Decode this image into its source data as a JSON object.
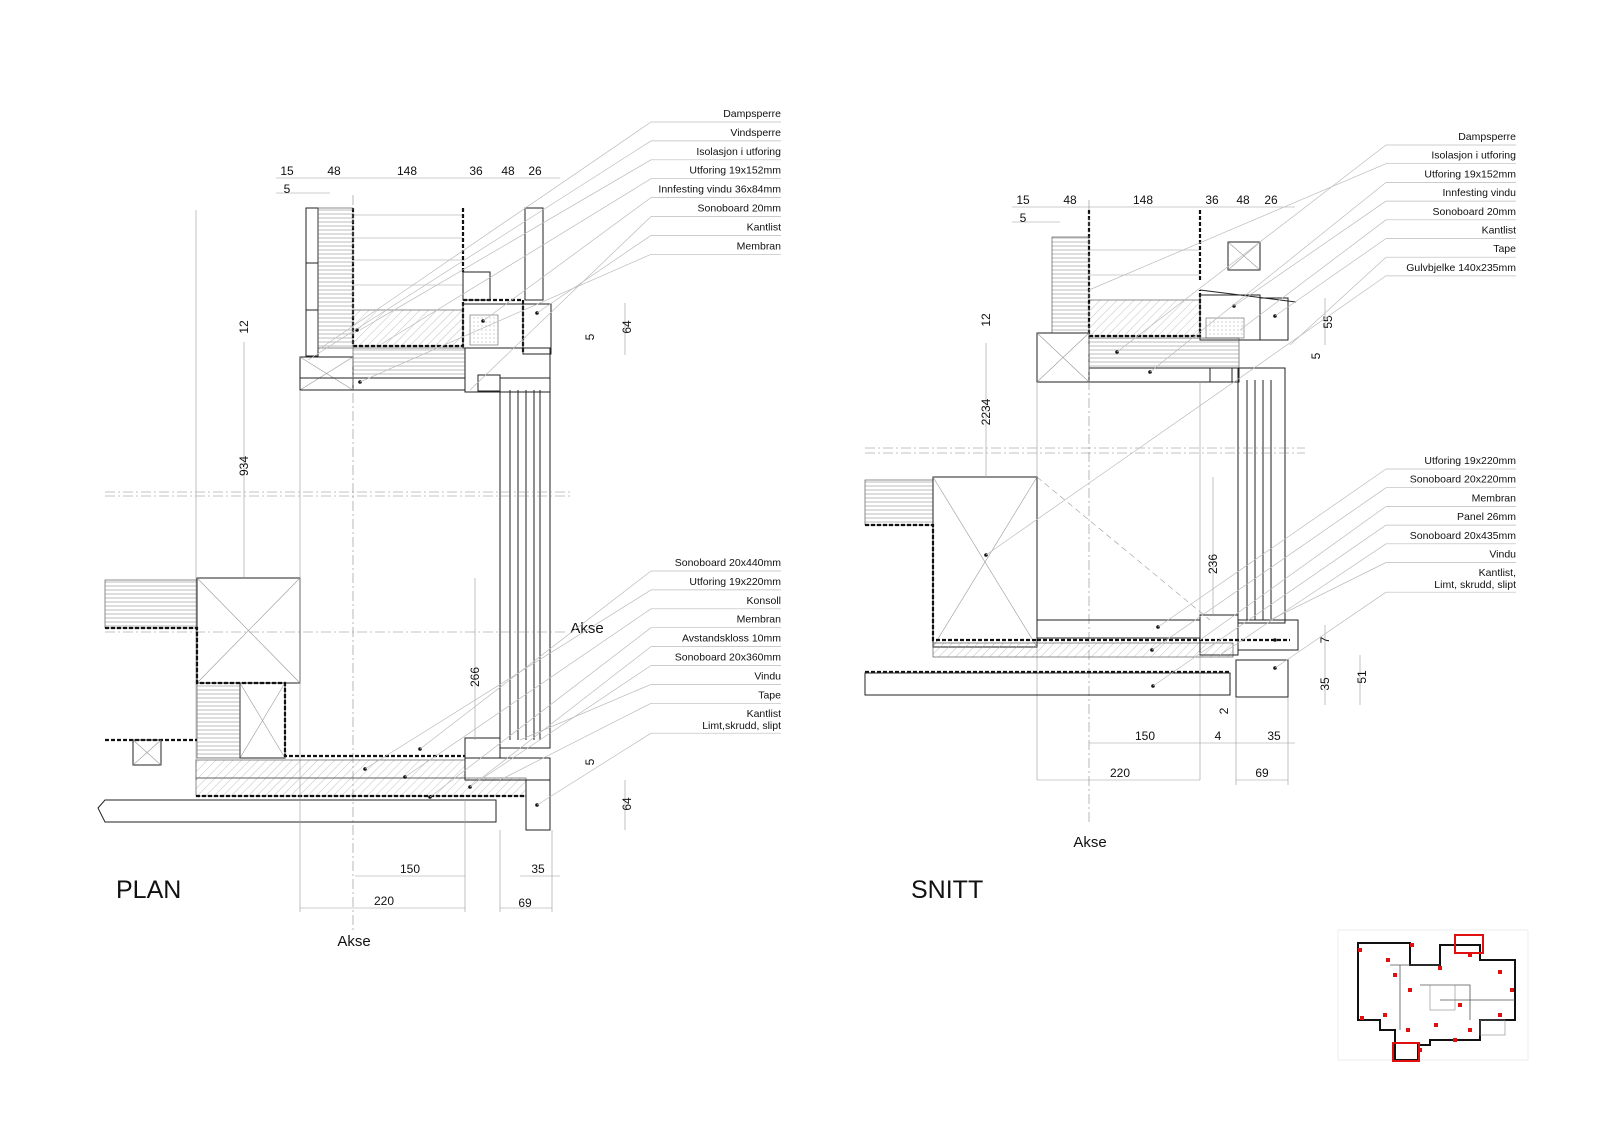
{
  "plan": {
    "title": "PLAN",
    "akse_bottom": "Akse",
    "akse_side": "Akse",
    "top_dims": [
      "15",
      "48",
      "148",
      "36",
      "48",
      "26"
    ],
    "top_dim_small": "5",
    "vertical_dims": {
      "d12": "12",
      "d934": "934",
      "d266": "266",
      "d64_top": "64",
      "d5_top": "5",
      "d5_bottom": "5",
      "d64_bottom": "64"
    },
    "bottom_dims": {
      "d150": "150",
      "d35": "35",
      "d220": "220",
      "d69": "69"
    },
    "labels_top": [
      "Dampsperre",
      "Vindsperre",
      "Isolasjon i utforing",
      "Utforing 19x152mm",
      "Innfesting vindu 36x84mm",
      "Sonoboard 20mm",
      "Kantlist",
      "Membran"
    ],
    "labels_bottom": [
      "Sonoboard 20x440mm",
      "Utforing 19x220mm",
      "Konsoll",
      "Membran",
      "Avstandskloss 10mm",
      "Sonoboard 20x360mm",
      "Vindu",
      "Tape",
      "Kantlist",
      "Limt,skrudd, slipt"
    ]
  },
  "snitt": {
    "title": "SNITT",
    "akse_bottom": "Akse",
    "top_dims": [
      "15",
      "48",
      "148",
      "36",
      "48",
      "26"
    ],
    "top_dim_small": "5",
    "vertical_dims": {
      "d12": "12",
      "d2234": "2234",
      "d236": "236",
      "d55": "55",
      "d5": "5",
      "d7": "7",
      "d35": "35",
      "d51": "51",
      "d2": "2"
    },
    "bottom_dims": {
      "d150": "150",
      "d4": "4",
      "d35": "35",
      "d220": "220",
      "d69": "69"
    },
    "labels_top": [
      "Dampsperre",
      "Isolasjon i utforing",
      "Utforing 19x152mm",
      "Innfesting vindu",
      "Sonoboard 20mm",
      "Kantlist",
      "Tape",
      "Gulvbjelke 140x235mm"
    ],
    "labels_bottom": [
      "Utforing 19x220mm",
      "Sonoboard 20x220mm",
      "Membran",
      "Panel 26mm",
      "Sonoboard 20x435mm",
      "Vindu",
      "Kantlist,",
      "Limt, skrudd, slipt"
    ]
  },
  "key_map": {
    "highlight_color": "#e01010"
  }
}
